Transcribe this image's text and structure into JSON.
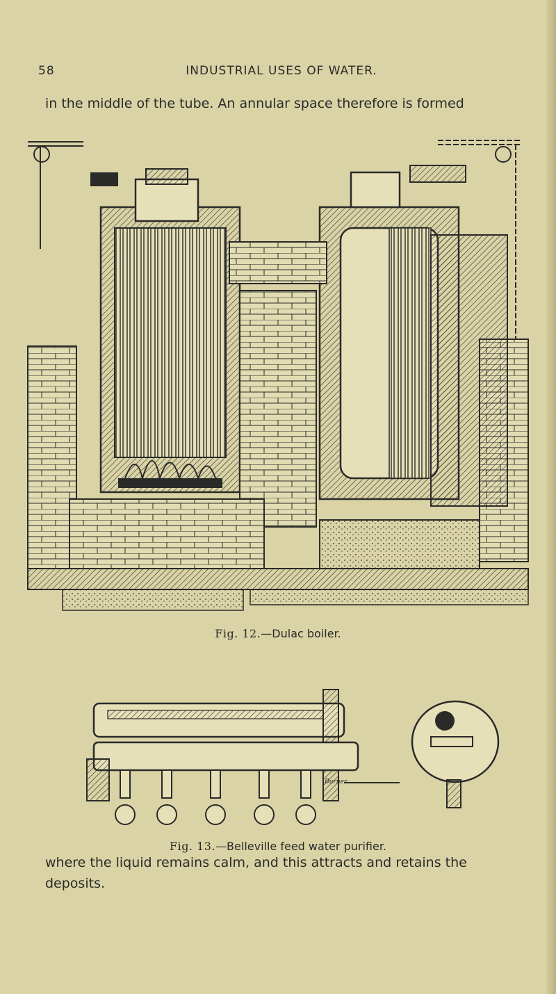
{
  "header": {
    "page_number": "58",
    "title": "INDUSTRIAL USES OF WATER."
  },
  "paragraphs": {
    "top": "in the middle of the tube. An annular space therefore is formed",
    "bottom": "where the liquid remains calm, and this attracts and retains the deposits."
  },
  "figures": [
    {
      "label": "Fig. 12.",
      "caption": "—Dulac boiler."
    },
    {
      "label": "Fig. 13.",
      "caption": "—Belleville feed water purifier.",
      "annotation": "Burner"
    }
  ],
  "colors": {
    "paper": "#d9d3a6",
    "ink": "#2a2a28"
  }
}
